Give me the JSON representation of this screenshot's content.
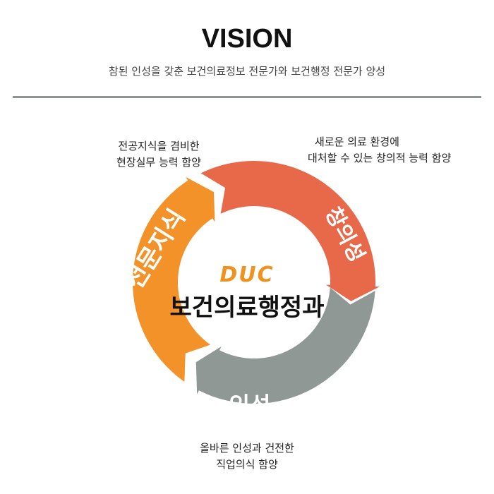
{
  "header": {
    "title": "VISION",
    "subtitle": "참된 인성을 갖춘 보건의료정보 전문가와 보건행정 전문가 양성"
  },
  "center": {
    "logo": "DUC",
    "department": "보건의료행정과"
  },
  "segments": [
    {
      "label": "전문지식",
      "color": "#f39228",
      "description": [
        "전공지식을 겸비한",
        "현장실무 능력 함양"
      ]
    },
    {
      "label": "창의성",
      "color": "#e8694a",
      "description": [
        "새로운 의료 환경에",
        "대처할 수 있는 창의적 능력 함양"
      ]
    },
    {
      "label": "인성",
      "color": "#8f9895",
      "description": [
        "올바른 인성과 건전한",
        "직업의식 함양"
      ]
    }
  ]
}
